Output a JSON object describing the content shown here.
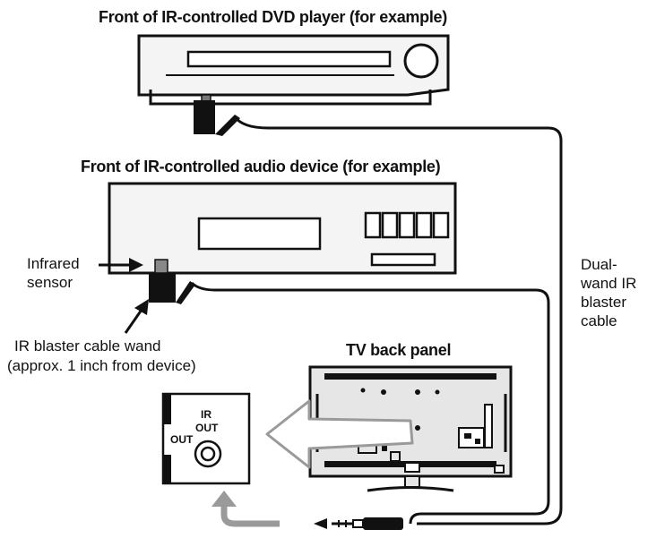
{
  "labels": {
    "dvd_title": "Front of IR-controlled DVD player (for example)",
    "audio_title": "Front of IR-controlled audio device (for example)",
    "infrared_sensor_line1": "Infrared",
    "infrared_sensor_line2": "sensor",
    "wand_line1": "IR blaster cable wand",
    "wand_line2": "(approx. 1 inch from device)",
    "tv_title": "TV back panel",
    "cable_line1": "Dual-",
    "cable_line2": "wand IR",
    "cable_line3": "blaster",
    "cable_line4": "cable",
    "port_out": "OUT",
    "port_ir": "IR",
    "port_ir_out": "OUT"
  },
  "colors": {
    "ink": "#111111",
    "device_fill": "#f4f4f4",
    "panel_fill": "#e6e6e6",
    "arrow_gray": "#9a9a9a"
  }
}
